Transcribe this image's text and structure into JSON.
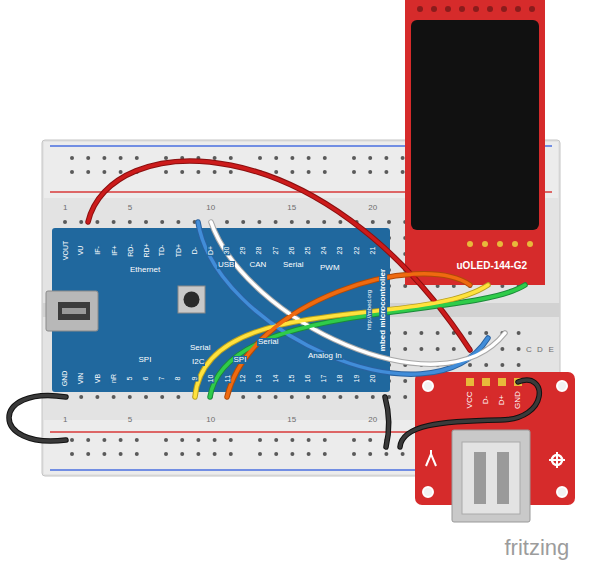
{
  "diagram": {
    "nodes": [
      {
        "text": [
          "VOUT",
          "VU",
          "IF-",
          "IF+",
          "RD-",
          "RD+",
          "TD-",
          "TD+",
          "D-",
          "D+",
          "30",
          "29",
          "28",
          "27",
          "26",
          "25",
          "24",
          "23",
          "22",
          "21",
          "GND",
          "VIN",
          "VB",
          "nR",
          "5",
          "6",
          "7",
          "8",
          "9",
          "10",
          "11",
          "12",
          "13",
          "14",
          "15",
          "16",
          "17",
          "18",
          "19",
          "20",
          "Ethernet",
          "USB",
          "CAN",
          "Serial",
          "PWM",
          "SPI",
          "Serial",
          "I2C",
          "SPI",
          "Serial",
          "Analog In",
          "mbed microcontroller",
          "http://mbed.org"
        ]
      },
      {
        "text": [
          "uOLED-144-G2"
        ]
      },
      {
        "text": [
          "VCC",
          "D-",
          "D+",
          "GND"
        ]
      }
    ],
    "labels": [
      "1",
      "5",
      "10",
      "15",
      "20",
      "1",
      "5",
      "10",
      "15",
      "20",
      "C",
      "D",
      "E",
      "fritzing"
    ]
  }
}
